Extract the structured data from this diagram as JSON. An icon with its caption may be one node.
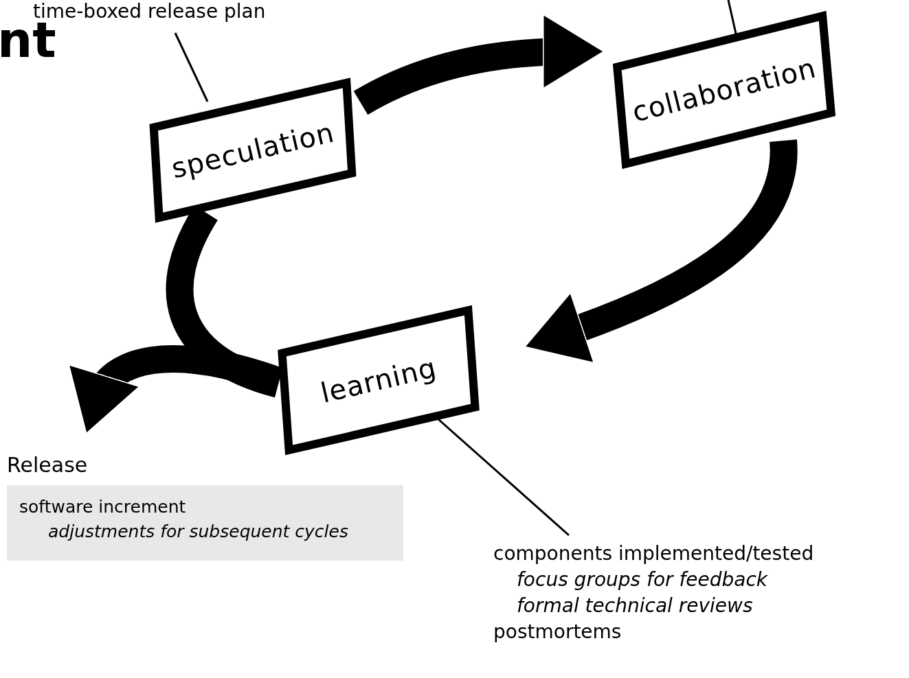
{
  "diagram": {
    "title": "nt",
    "nodes": [
      {
        "text": [
          "speculation"
        ]
      },
      {
        "text": [
          "collaboration"
        ]
      },
      {
        "text": [
          "learning"
        ]
      },
      {
        "text": [
          "time-boxed release plan"
        ]
      },
      {
        "text": [
          "components implemented/tested",
          "focus groups for feedback",
          "formal technical reviews",
          "postmortems"
        ]
      },
      {
        "text": [
          "Release",
          "software increment",
          "adjustments for subsequent cycles"
        ]
      }
    ],
    "edges": [
      {
        "from": 0,
        "to": 1,
        "arrow": "to"
      },
      {
        "from": 1,
        "to": 2,
        "arrow": "to"
      },
      {
        "from": 2,
        "to": 0,
        "arrow": "none"
      },
      {
        "from": 2,
        "to": 5,
        "arrow": "to"
      },
      {
        "from": 3,
        "to": 0,
        "arrow": "none"
      },
      {
        "from": null,
        "to": 1,
        "arrow": "none"
      },
      {
        "from": 4,
        "to": 2,
        "arrow": "none"
      }
    ]
  }
}
